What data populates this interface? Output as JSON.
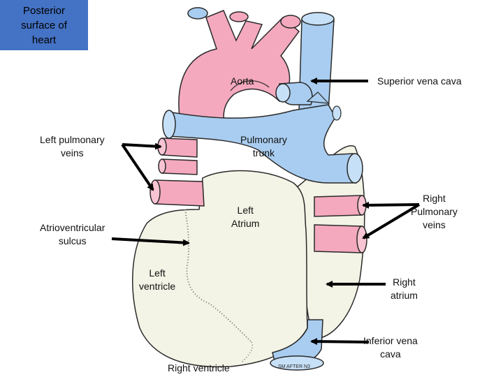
{
  "title": {
    "line1": "Posterior",
    "line2": "surface of",
    "line3": "heart"
  },
  "labels": {
    "aorta": "Aorta",
    "superior_vena_cava": "Superior vena cava",
    "left_pulmonary_veins": {
      "line1": "Left pulmonary",
      "line2": "veins"
    },
    "pulmonary_trunk": {
      "line1": "Pulmonary",
      "line2": "trunk"
    },
    "left_atrium": {
      "line1": "Left",
      "line2": "Atrium"
    },
    "right_pulmonary_veins": {
      "line1": "Right",
      "line2": "Pulmonary",
      "line3": "veins"
    },
    "atrioventricular_sulcus": {
      "line1": "Atrioventricular",
      "line2": "sulcus"
    },
    "left_ventricle": {
      "line1": "Left",
      "line2": "ventricle"
    },
    "right_atrium": {
      "line1": "Right",
      "line2": "atrium"
    },
    "inferior_vena_cava": {
      "line1": "Inferior vena",
      "line2": "cava"
    },
    "right_ventricle": "Right ventricle"
  },
  "signature": "SM AFTER N3",
  "colors": {
    "title_bg": "#4472c4",
    "artery_pink": "#f4a9bf",
    "vein_blue": "#a9cdf0",
    "heart_body": "#f3f3e6",
    "outline": "#2a2a2a",
    "arrow": "#000000"
  }
}
